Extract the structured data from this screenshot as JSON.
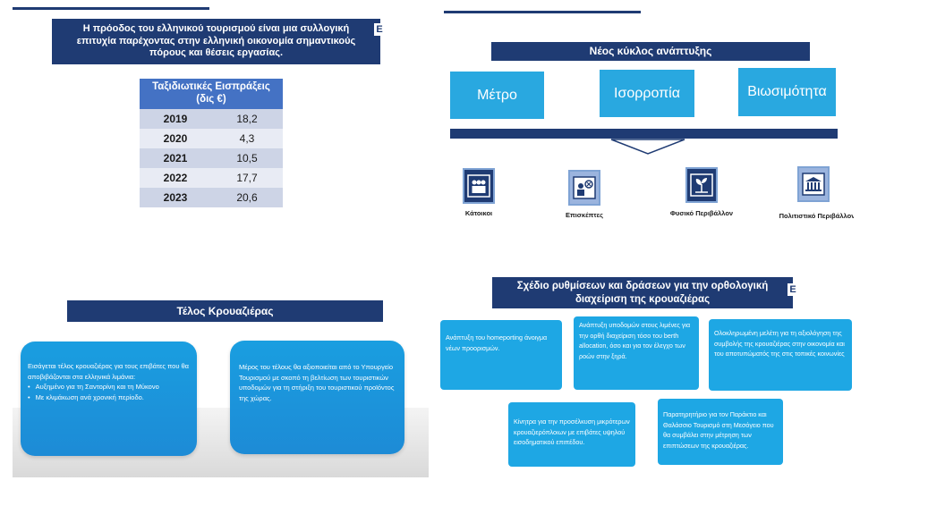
{
  "slide1": {
    "title": "Η πρόοδος του ελληνικού τουρισμού είναι μια συλλογική επιτυχία παρέχοντας στην ελληνική οικονομία σημαντικούς πόρους και θέσεις εργασίας.",
    "table_header": "Ταξιδιωτικές Εισπράξεις (δις €)",
    "rows": [
      {
        "year": "2019",
        "value": "18,2"
      },
      {
        "year": "2020",
        "value": "4,3"
      },
      {
        "year": "2021",
        "value": "10,5"
      },
      {
        "year": "2022",
        "value": "17,7"
      },
      {
        "year": "2023",
        "value": "20,6"
      }
    ]
  },
  "slide2": {
    "title": "Νέος κύκλος ανάπτυξης",
    "pillars": [
      "Μέτρο",
      "Ισορροπία",
      "Βιωσιμότητα"
    ],
    "stakeholders": [
      {
        "label": "Κάτοικοι",
        "icon": "people-icon"
      },
      {
        "label": "Επισκέπτες",
        "icon": "visitor-icon"
      },
      {
        "label": "Φυσικό Περιβάλλον",
        "icon": "plant-icon"
      },
      {
        "label": "Πολιτιστικό Περιβάλλον",
        "icon": "temple-icon"
      }
    ]
  },
  "slide3": {
    "title": "Τέλος Κρουαζιέρας",
    "left_intro": "Εισάγεται τέλος κρουαζιέρας για τους επιβάτες που θα αποβιβάζονται στα ελληνικά λιμάνια:",
    "left_bullets": [
      "Αυξημένο για τη Σαντορίνη και τη Μύκονο",
      "Με κλιμάκωση ανά χρονική περίοδο."
    ],
    "right_text": "Μέρος του τέλους θα αξιοποιείται από το Υπουργείο Τουρισμού με σκοπό τη βελτίωση των τουριστικών υποδομών για  τη στήριξη του τουριστικού προϊόντος της χώρας."
  },
  "slide4": {
    "title": "Σχέδιο ρυθμίσεων και δράσεων για την ορθολογική διαχείριση της κρουαζιέρας",
    "cards": [
      "Ανάπτυξη του homeporting άνοιγμα νέων προορισμών.",
      "Ανάπτυξη υποδομών στους λιμένες για την ορθή διαχείριση τόσο του berth allocation, όσο και για τον έλεγχο των ροών στην ξηρά.",
      "Ολοκληρωμένη μελέτη για τη αξιολόγηση της συμβολής της κρουαζιέρας στην οικονομία  και του αποτυπώματός της στις τοπικές κοινωνίες",
      "Κίνητρα για την προσέλκυση μικρότερων κρουαζιερόπλοιων με επιβάτες υψηλού εισοδηματικού επιπέδου.",
      "Παρατηρητήριο για τον Παράκτιο και Θαλάσσιο Τουρισμό στη Μεσόγειο που θα συμβάλει στην μέτρηση των επιπτώσεων της κρουαζιέρας."
    ]
  },
  "colors": {
    "navy": "#1f3b73",
    "accent": "#29a8e0",
    "table_header": "#4472c4"
  }
}
